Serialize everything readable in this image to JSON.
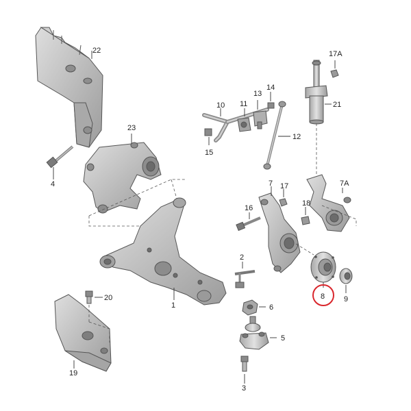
{
  "callouts": {
    "c1": "1",
    "c2": "2",
    "c3": "3",
    "c4": "4",
    "c5": "5",
    "c6": "6",
    "c7": "7",
    "c7a": "7A",
    "c8": "8",
    "c9": "9",
    "c10": "10",
    "c11": "11",
    "c12": "12",
    "c13": "13",
    "c14": "14",
    "c15": "15",
    "c16": "16",
    "c17": "17",
    "c17a": "17A",
    "c18": "18",
    "c19": "19",
    "c20": "20",
    "c21": "21",
    "c22": "22",
    "c23": "23"
  },
  "highlight": {
    "part": "8",
    "color": "#d9262c"
  },
  "colors": {
    "part_fill": "#bdbdbd",
    "part_dark": "#8f8f8f",
    "part_light": "#dcdcdc",
    "line": "#333333"
  }
}
